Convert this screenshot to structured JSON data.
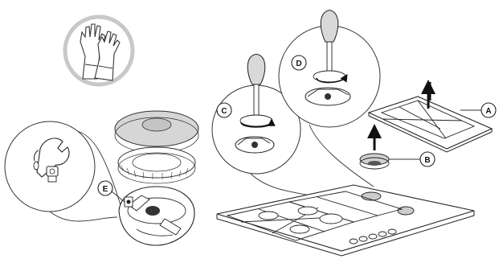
{
  "figure": {
    "callouts": [
      {
        "id": "callout-a",
        "letter": "A"
      },
      {
        "id": "callout-b",
        "letter": "B"
      },
      {
        "id": "callout-c",
        "letter": "C"
      },
      {
        "id": "callout-d",
        "letter": "D"
      },
      {
        "id": "callout-e",
        "letter": "E"
      }
    ],
    "colors": {
      "line": "#222222",
      "glove_circle": "#cfcfcf",
      "arrow_fill": "#1a1a1a",
      "handle_fill": "#d9d9d9"
    },
    "icons": [
      "gloves-icon",
      "screwdriver-icon",
      "wrench-icon",
      "hob-icon",
      "burner-icon",
      "pan-support-icon"
    ]
  }
}
